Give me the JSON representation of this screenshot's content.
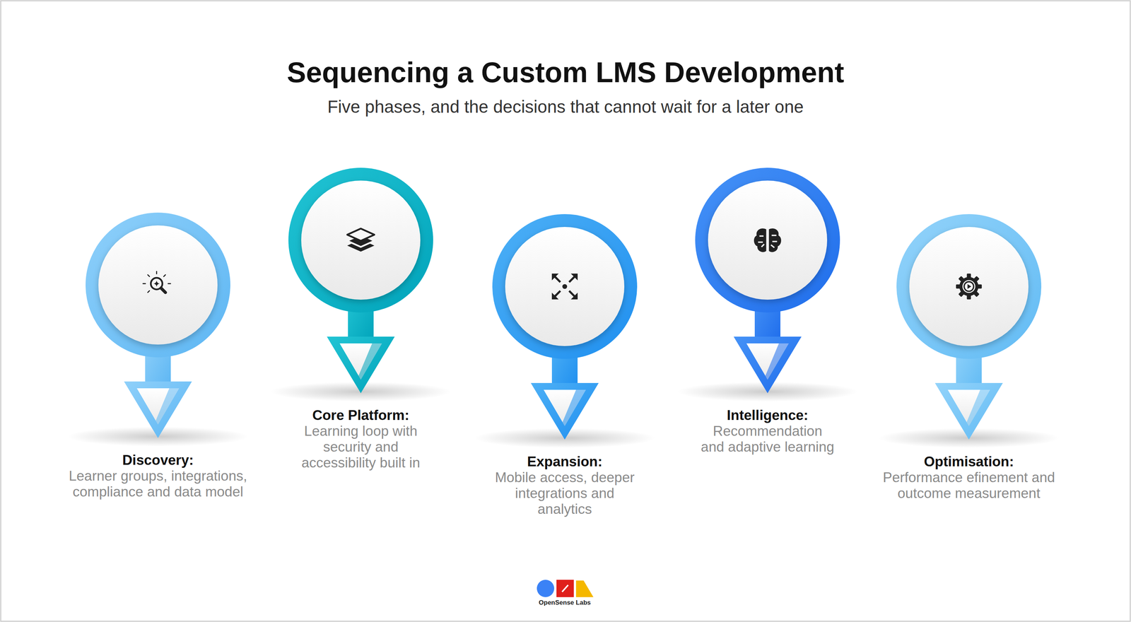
{
  "diagram": {
    "title": "Sequencing a Custom LMS Development",
    "caption": "Five phases, and the decisions that cannot wait for a later one",
    "nodes": [
      {
        "text": [
          "Discovery:",
          "Learner groups, integrations, compliance and data model"
        ]
      },
      {
        "text": [
          "Core Platform:",
          "Learning loop with security and accessibility built in"
        ]
      },
      {
        "text": [
          "Expansion:",
          "Mobile access, deeper integrations and analytics"
        ]
      },
      {
        "text": [
          "Intelligence:",
          "Recommendation and adaptive learning"
        ]
      },
      {
        "text": [
          "Optimisation:",
          "Performance efinement and outcome measurement"
        ]
      }
    ],
    "labels": [
      "OpenSense Labs"
    ]
  }
}
